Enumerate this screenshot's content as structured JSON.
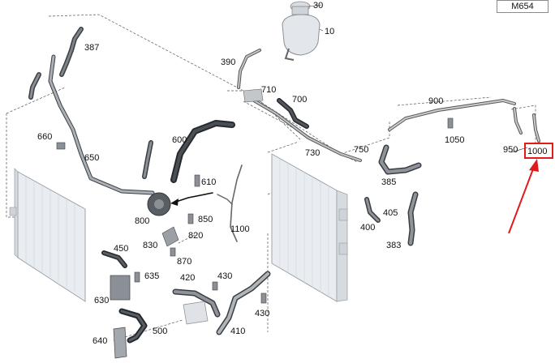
{
  "model_code": "M654",
  "highlight_color": "#e01b1b",
  "part_numbers": {
    "p30": "30",
    "p10": "10",
    "p387": "387",
    "p390": "390",
    "p710": "710",
    "p700": "700",
    "p900": "900",
    "p660": "660",
    "p650": "650",
    "p600": "600",
    "p1050": "1050",
    "p950": "950",
    "p1000": "1000",
    "p730": "730",
    "p750": "750",
    "p610": "610",
    "p385": "385",
    "p800": "800",
    "p850": "850",
    "p1100": "1100",
    "p405": "405",
    "p820": "820",
    "p830": "830",
    "p400": "400",
    "p450": "450",
    "p383": "383",
    "p870": "870",
    "p635": "635",
    "p420": "420",
    "p430a": "430",
    "p630": "630",
    "p430b": "430",
    "p500": "500",
    "p410": "410",
    "p640": "640"
  }
}
